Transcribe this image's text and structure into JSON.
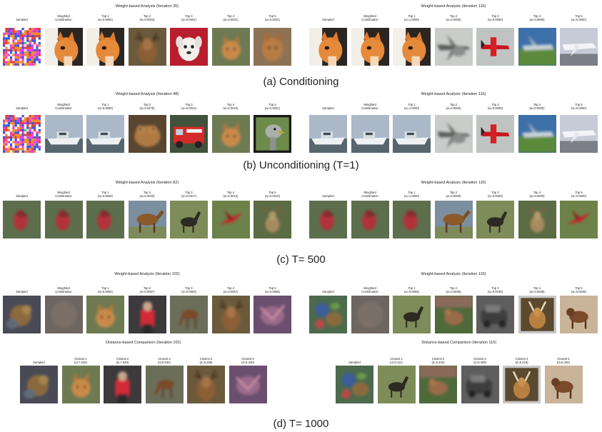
{
  "captions": [
    "(a) Conditioning",
    "(b) Unconditioning (T=1)",
    "(c) T= 500",
    "(d) T= 1000"
  ],
  "panels": [
    {
      "title": "Weight-based Analysis (Iteration 35)",
      "items": [
        {
          "l1": "Sampled",
          "l2": "",
          "thumb": "noise-colorful"
        },
        {
          "l1": "Weighted",
          "l2": "Combination",
          "thumb": "cat-orange"
        },
        {
          "l1": "Top 1",
          "l2": "(w=0.9991)",
          "thumb": "cat-orange"
        },
        {
          "l1": "Top 2",
          "l2": "(w=0.0004)",
          "thumb": "deer-brown"
        },
        {
          "l1": "Top 3",
          "l2": "(w=0.0001)",
          "thumb": "dog-white-red"
        },
        {
          "l1": "Top 4",
          "l2": "(w=0.0001)",
          "thumb": "cat-green"
        },
        {
          "l1": "Top 5",
          "l2": "(w=0.0001)",
          "thumb": "cat-tan"
        }
      ]
    },
    {
      "title": "Weight-based Analysis (Iteration 116)",
      "items": [
        {
          "l1": "Sampled",
          "l2": "",
          "thumb": "cat-orange"
        },
        {
          "l1": "Weighted",
          "l2": "Combination",
          "thumb": "cat-orange"
        },
        {
          "l1": "Top 1",
          "l2": "(w=1.0000)",
          "thumb": "cat-orange"
        },
        {
          "l1": "Top 2",
          "l2": "(w=0.0000)",
          "thumb": "plane-gray"
        },
        {
          "l1": "Top 3",
          "l2": "(w=0.0000)",
          "thumb": "plane-red"
        },
        {
          "l1": "Top 4",
          "l2": "(w=0.0000)",
          "thumb": "plane-blue"
        },
        {
          "l1": "Top 5",
          "l2": "(w=0.0000)",
          "thumb": "plane-white"
        }
      ]
    },
    {
      "title": "Weight-based Analysis (Iteration 48)",
      "items": [
        {
          "l1": "Sampled",
          "l2": "",
          "thumb": "noise-colorful"
        },
        {
          "l1": "Weighted",
          "l2": "Combination",
          "thumb": "boat"
        },
        {
          "l1": "Top 1",
          "l2": "(w=0.9680)",
          "thumb": "boat"
        },
        {
          "l1": "Top 2",
          "l2": "(w=0.0279)",
          "thumb": "frog"
        },
        {
          "l1": "Top 3",
          "l2": "(w=0.0021)",
          "thumb": "truck-red"
        },
        {
          "l1": "Top 4",
          "l2": "(w=0.0013)",
          "thumb": "cat-green"
        },
        {
          "l1": "Top 5",
          "l2": "(w=0.0001)",
          "thumb": "ostrich"
        }
      ]
    },
    {
      "title": "Weight-based Analysis (Iteration 116)",
      "items": [
        {
          "l1": "Sampled",
          "l2": "",
          "thumb": "boat"
        },
        {
          "l1": "Weighted",
          "l2": "Combination",
          "thumb": "boat"
        },
        {
          "l1": "Top 1",
          "l2": "(w=1.0000)",
          "thumb": "boat"
        },
        {
          "l1": "Top 2",
          "l2": "(w=0.0000)",
          "thumb": "plane-gray"
        },
        {
          "l1": "Top 3",
          "l2": "(w=0.0000)",
          "thumb": "plane-red"
        },
        {
          "l1": "Top 4",
          "l2": "(w=0.0000)",
          "thumb": "plane-blue"
        },
        {
          "l1": "Top 5",
          "l2": "(w=0.0000)",
          "thumb": "plane-white"
        }
      ]
    },
    {
      "title": "Weight-based Analysis (Iteration 82)",
      "items": [
        {
          "l1": "Sampled",
          "l2": "",
          "thumb": "bird-red-green"
        },
        {
          "l1": "Weighted",
          "l2": "Combination",
          "thumb": "bird-red-green"
        },
        {
          "l1": "Top 1",
          "l2": "(w=0.9604)",
          "thumb": "bird-red-green"
        },
        {
          "l1": "Top 2",
          "l2": "(w=0.0020)",
          "thumb": "horse"
        },
        {
          "l1": "Top 3",
          "l2": "(w=0.0017)",
          "thumb": "deer-dark-green"
        },
        {
          "l1": "Top 4",
          "l2": "(w=0.0012)",
          "thumb": "bird-flying"
        },
        {
          "l1": "Top 5",
          "l2": "(w=0.0010)",
          "thumb": "deer-forest"
        }
      ]
    },
    {
      "title": "Weight-based Analysis (Iteration 116)",
      "items": [
        {
          "l1": "Sampled",
          "l2": "",
          "thumb": "bird-red-green"
        },
        {
          "l1": "Weighted",
          "l2": "Combination",
          "thumb": "bird-red-green"
        },
        {
          "l1": "Top 1",
          "l2": "(w=1.0000)",
          "thumb": "bird-red-green"
        },
        {
          "l1": "Top 2",
          "l2": "(w=0.0000)",
          "thumb": "horse"
        },
        {
          "l1": "Top 3",
          "l2": "(w=0.0000)",
          "thumb": "deer-dark-green"
        },
        {
          "l1": "Top 4",
          "l2": "(w=0.0000)",
          "thumb": "deer-forest"
        },
        {
          "l1": "Top 5",
          "l2": "(w=0.0000)",
          "thumb": "bird-flying"
        }
      ]
    },
    {
      "title": "Weight-based Analysis (Iteration 102)",
      "items": [
        {
          "l1": "Sampled",
          "l2": "",
          "thumb": "blurry-brown"
        },
        {
          "l1": "Weighted",
          "l2": "Combination",
          "thumb": "blurry-gray"
        },
        {
          "l1": "Top 1",
          "l2": "(w=0.0054)",
          "thumb": "cat-green"
        },
        {
          "l1": "Top 2",
          "l2": "(w=0.0067)",
          "thumb": "person-red"
        },
        {
          "l1": "Top 3",
          "l2": "(w=0.0063)",
          "thumb": "deer-grazing"
        },
        {
          "l1": "Top 4",
          "l2": "(w=0.0057)",
          "thumb": "deer-brown"
        },
        {
          "l1": "Top 5",
          "l2": "(w=0.0056)",
          "thumb": "purple-animal"
        }
      ]
    },
    {
      "title": "Weight-based Analysis (Iteration 116)",
      "items": [
        {
          "l1": "Sampled",
          "l2": "",
          "thumb": "blurry-colorful"
        },
        {
          "l1": "Weighted",
          "l2": "Combination",
          "thumb": "blurry-gray"
        },
        {
          "l1": "Top 1",
          "l2": "(w=0.0055)",
          "thumb": "deer-dark-green"
        },
        {
          "l1": "Top 2",
          "l2": "(w=0.0039)",
          "thumb": "dog-grass"
        },
        {
          "l1": "Top 3",
          "l2": "(w=0.0039)",
          "thumb": "car-gray"
        },
        {
          "l1": "Top 4",
          "l2": "(w=0.0039)",
          "thumb": "deer-framed"
        },
        {
          "l1": "Top 5",
          "l2": "(w=0.0039)",
          "thumb": "dog-tan"
        }
      ]
    },
    {
      "title": "Distance-based Comparison (Iteration 102)",
      "items": [
        {
          "l1": "Sampled",
          "l2": "",
          "thumb": "blurry-brown"
        },
        {
          "l1": "Closest 1",
          "l2": "(d=7.045)",
          "thumb": "cat-green"
        },
        {
          "l1": "Closest 2",
          "l2": "(d=7.883)",
          "thumb": "person-red"
        },
        {
          "l1": "Closest 3",
          "l2": "(d=8.042)",
          "thumb": "deer-grazing"
        },
        {
          "l1": "Closest 4",
          "l2": "(d=8.268)",
          "thumb": "deer-brown"
        },
        {
          "l1": "Closest 5",
          "l2": "(d=8.339)",
          "thumb": "purple-animal"
        }
      ]
    },
    {
      "title": "Distance-based Comparison (Iteration 116)",
      "items": [
        {
          "l1": "Sampled",
          "l2": "",
          "thumb": "blurry-colorful"
        },
        {
          "l1": "Closest 1",
          "l2": "(d=9.411)",
          "thumb": "deer-dark-green"
        },
        {
          "l1": "Closest 2",
          "l2": "(d=9.402)",
          "thumb": "dog-grass"
        },
        {
          "l1": "Closest 3",
          "l2": "(d=9.409)",
          "thumb": "car-gray"
        },
        {
          "l1": "Closest 4",
          "l2": "(d=9.418)",
          "thumb": "deer-framed"
        },
        {
          "l1": "Closest 5",
          "l2": "(d=9.426)",
          "thumb": "dog-tan"
        }
      ]
    }
  ]
}
